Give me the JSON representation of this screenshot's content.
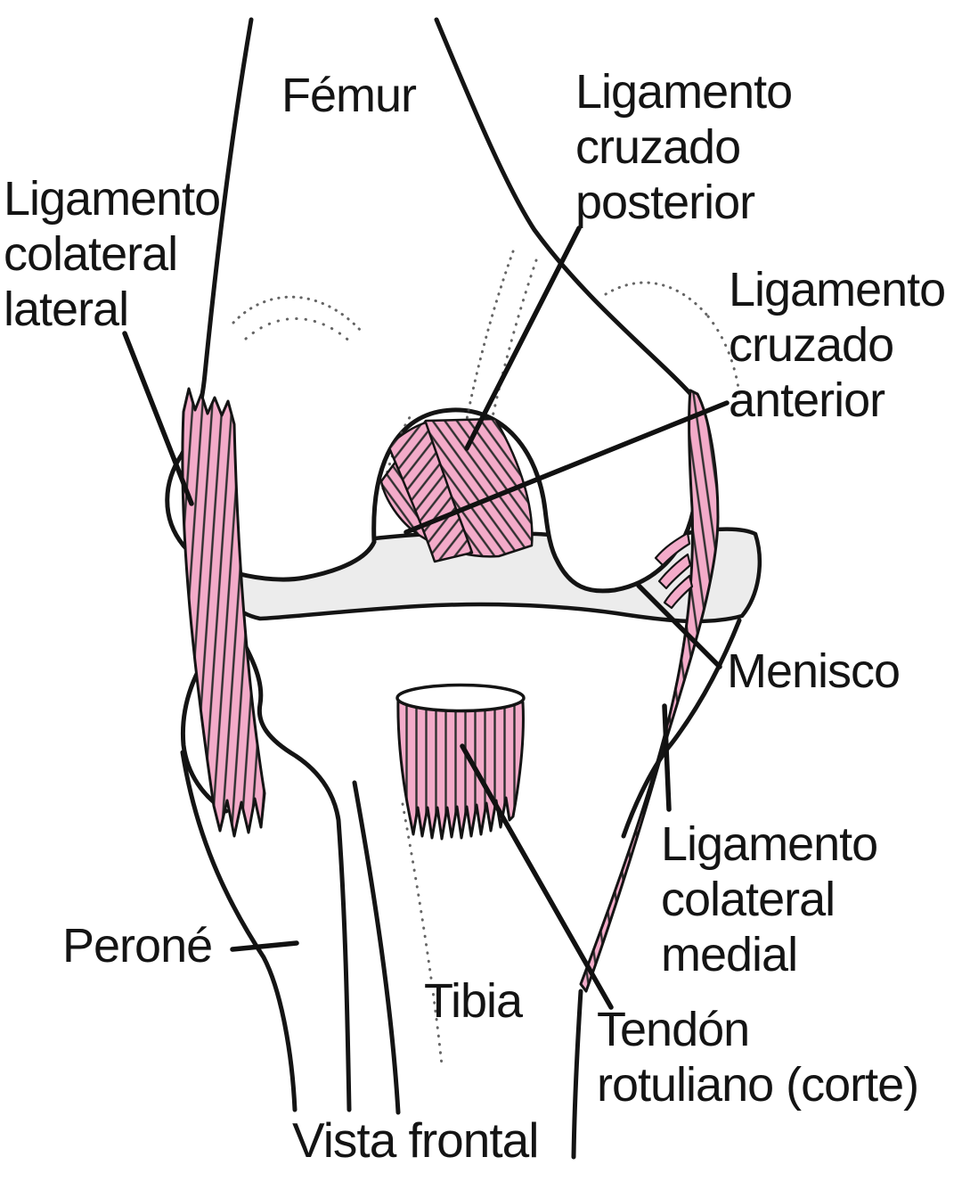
{
  "diagram": {
    "caption": "Vista frontal",
    "labels": {
      "femur": "Fémur",
      "cruzado_posterior": "Ligamento\ncruzado\nposterior",
      "colateral_lateral": "Ligamento\ncolateral\nlateral",
      "cruzado_anterior": "Ligamento\ncruzado\nanterior",
      "menisco": "Menisco",
      "colateral_medial": "Ligamento\ncolateral\nmedial",
      "tendon_rotuliano": "Tendón\nrotuliano (corte)",
      "perone": "Peroné",
      "tibia": "Tibia"
    },
    "colors": {
      "ligament_pink": "#f3abc9",
      "stripe_dark": "#303030",
      "cartilage_gray": "#ececec",
      "outline_black": "#141414",
      "text": "#141414",
      "background": "#ffffff"
    }
  }
}
